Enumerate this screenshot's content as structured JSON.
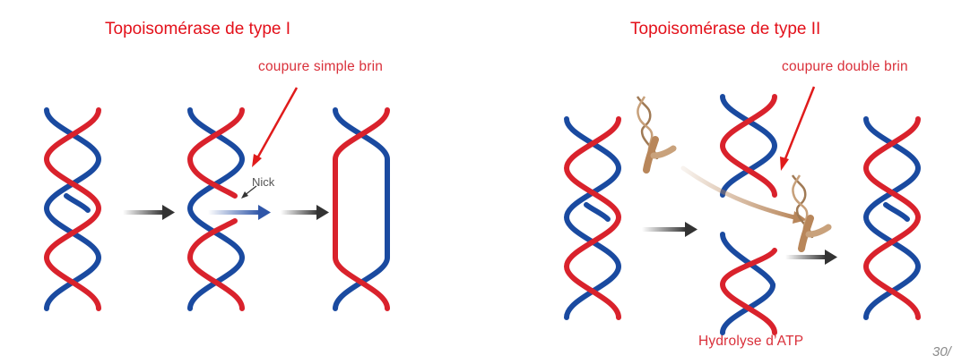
{
  "panel_type1": {
    "title": "Topoisomérase de type I",
    "annotation": "coupure simple brin",
    "nick_label": "Nick"
  },
  "panel_type2": {
    "title": "Topoisomérase de type II",
    "annotation": "coupure double brin",
    "atp_label": "Hydrolyse d’ATP"
  },
  "page_number": "30/",
  "colors": {
    "title_red": "#e3101a",
    "annotation_red": "#d9303a",
    "strand_red": "#d9222c",
    "strand_blue": "#1a4aa0",
    "enzyme_brown": "#b8865a",
    "arrow_gray": "#333333",
    "nick_arrow_blue": "#2f56a8"
  }
}
